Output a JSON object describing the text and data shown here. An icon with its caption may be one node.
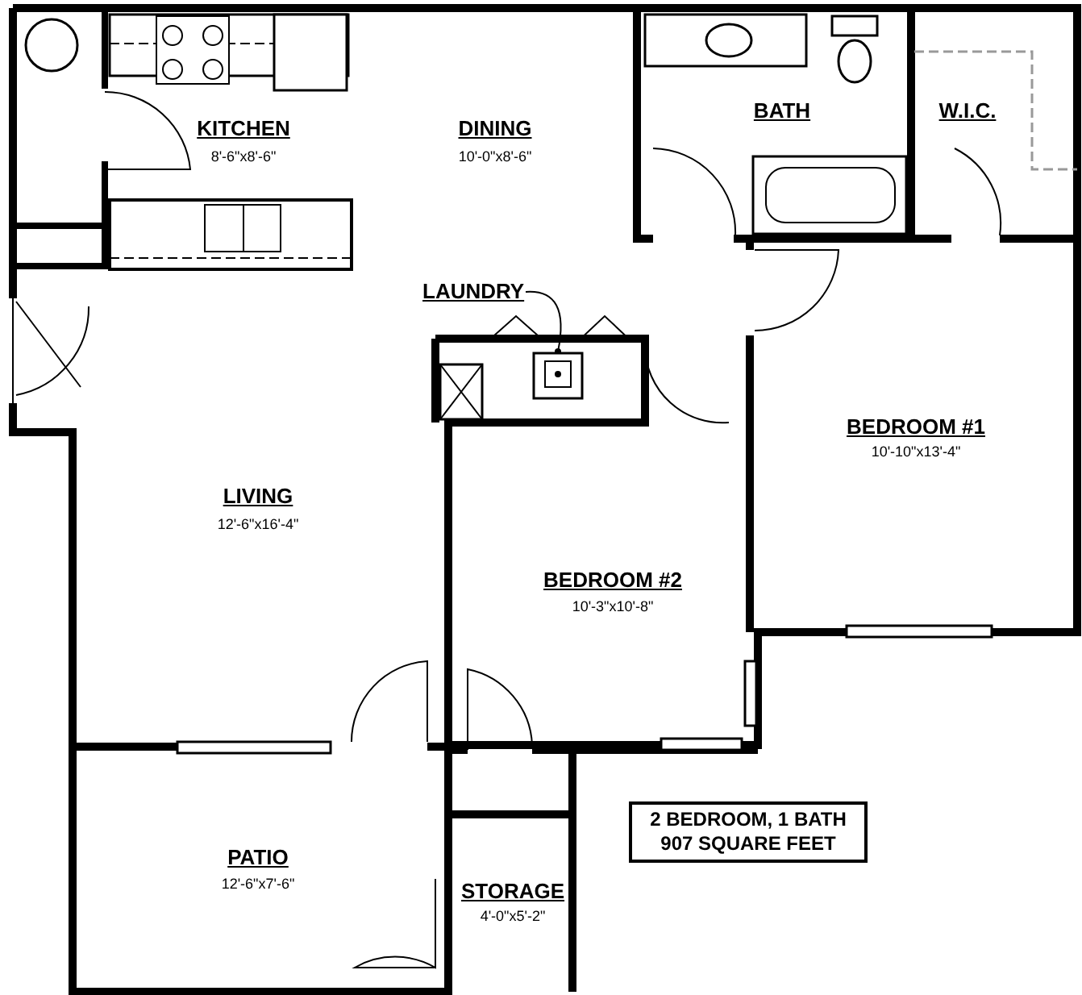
{
  "diagram": {
    "nodes": [
      {
        "text": [
          "LAUNDRY"
        ]
      },
      {
        "text": [],
        "shape": "picture"
      },
      {
        "text": [
          "2 BEDROOM, 1 BATH 907 SQUARE FEET"
        ]
      }
    ],
    "edges": [
      {
        "from": 0,
        "to": 1,
        "arrow": "other"
      }
    ],
    "labels": [
      "KITCHEN",
      "8'-6\"x8'-6\"",
      "DINING",
      "10'-0\"x8'-6\"",
      "BATH",
      "W.I.C.",
      "BEDROOM #1",
      "10'-10\"x13'-4\"",
      "LIVING",
      "12'-6\"x16'-4\"",
      "BEDROOM #2",
      "10'-3\"x10'-8\"",
      "PATIO",
      "12'-6\"x7'-6\"",
      "STORAGE",
      "4'-0\"x5'-2\""
    ]
  }
}
